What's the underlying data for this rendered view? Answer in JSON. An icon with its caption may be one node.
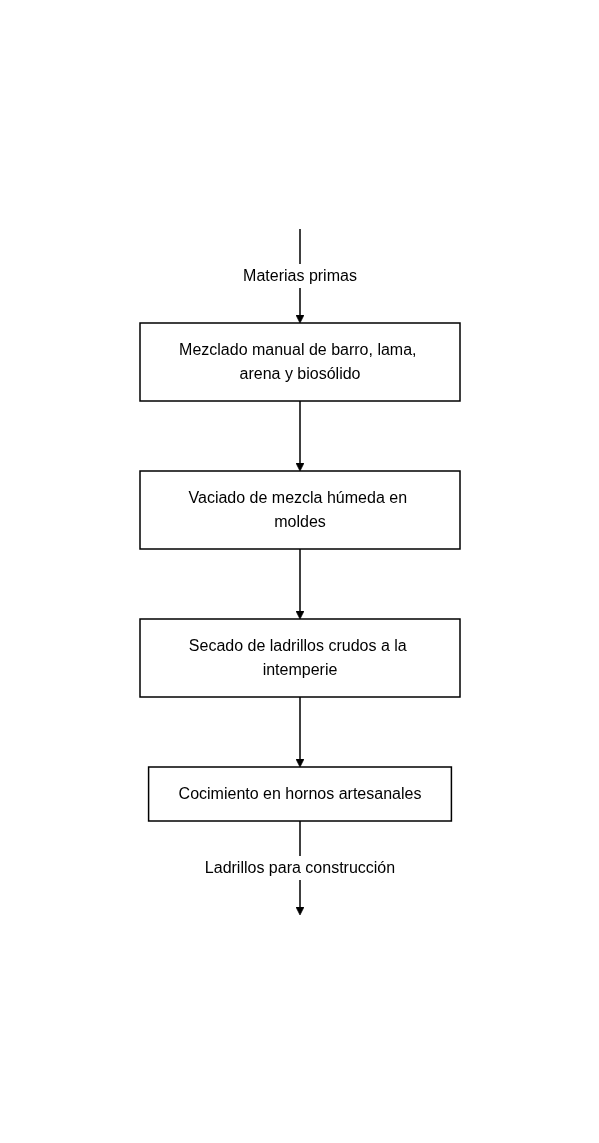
{
  "diagram": {
    "nodes": [
      {
        "text": [
          "Mezclado manual de barro, lama, arena y biosólido"
        ]
      },
      {
        "text": [
          "Vaciado de mezcla húmeda en moldes"
        ]
      },
      {
        "text": [
          "Secado de ladrillos crudos a la intemperie"
        ]
      },
      {
        "text": [
          "Cocimiento en hornos artesanales"
        ]
      }
    ],
    "edges": [
      {
        "from": null,
        "to": 0,
        "arrow": "to",
        "label": "Materias primas"
      },
      {
        "from": 0,
        "to": 1,
        "arrow": "to"
      },
      {
        "from": 1,
        "to": 2,
        "arrow": "to"
      },
      {
        "from": 2,
        "to": 3,
        "arrow": "to"
      },
      {
        "from": 3,
        "to": null,
        "arrow": "to",
        "label": "Ladrillos para construcción"
      }
    ]
  }
}
